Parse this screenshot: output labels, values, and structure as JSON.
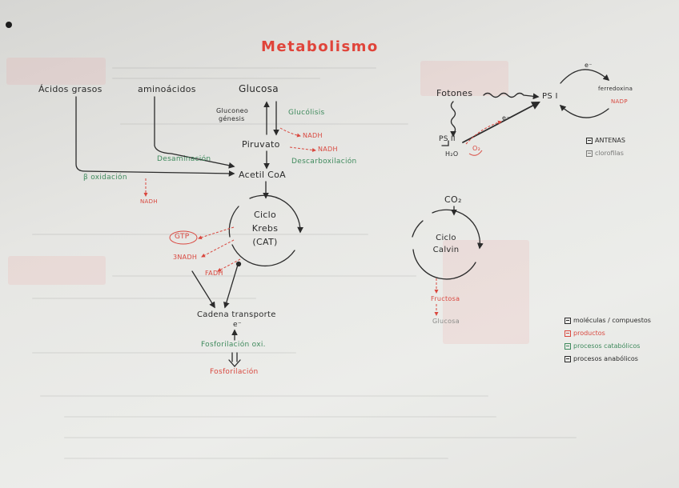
{
  "title": "Metabolismo",
  "catabolism": {
    "fatty_acids": "Ácidos grasos",
    "amino_acids": "aminoácidos",
    "glucose": "Glucosa",
    "gluconeogenesis": [
      "Gluconeo",
      "génesis"
    ],
    "glycolysis": "Glucólisis",
    "pyruvate": "Piruvato",
    "nadh_glycolysis": "NADH",
    "nadh_pyruvate": "NADH",
    "decarboxylation": "Descarboxilación",
    "deamination": "Desaminación",
    "beta_oxidation": "β oxidación",
    "nadh_beta": "NADH",
    "acetyl_coa": "Acetil CoA",
    "krebs": [
      "Ciclo",
      "Krebs",
      "(CAT)"
    ],
    "gtp": "GTP",
    "nadh_krebs": "3NADH",
    "fadh": "FADH",
    "electron_chain": "Cadena transporte",
    "electron": "e⁻",
    "oxidative_phosphorylation": "Fosforilación oxi.",
    "product": "Fosforilación"
  },
  "photosynthesis": {
    "photons": "Fotones",
    "psi": "PS I",
    "electron_top": "e⁻",
    "ferredoxin": "ferredoxina",
    "nadp": "NADP",
    "psii": "PS II",
    "water": "H₂O",
    "oxygen": "O₂",
    "electron_mid": "e⁻",
    "key": [
      "ANTENAS",
      "clorofilas"
    ]
  },
  "calvin": {
    "co2": "CO₂",
    "cycle": [
      "Ciclo",
      "Calvin"
    ],
    "fructose": "Fructosa",
    "glucose": "Glucosa"
  },
  "legend": [
    {
      "label": "moléculas / compuestos",
      "color": "#2b2b2b"
    },
    {
      "label": "productos",
      "color": "#d9483f"
    },
    {
      "label": "procesos catabólicos",
      "color": "#3f8a5d"
    },
    {
      "label": "procesos anabólicos",
      "color": "#2b2b2b"
    }
  ],
  "colors": {
    "product": "#d9483f",
    "process": "#3f8a5d",
    "molecule": "#2b2b2b"
  }
}
